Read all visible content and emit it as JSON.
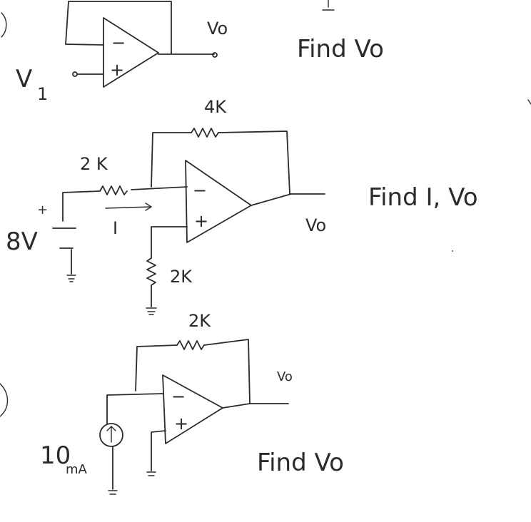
{
  "circuit_a": {
    "input_label": "V",
    "input_subscript": "1",
    "output_label": "Vo",
    "prompt": "Find   Vo",
    "minus_sign": "−",
    "plus_sign": "+"
  },
  "circuit_b": {
    "feedback_resistor": "4K",
    "input_resistor": "2 K",
    "ground_resistor": "2K",
    "source_voltage": "8V",
    "source_plus": "+",
    "current_label": "I",
    "output_label": "Vo",
    "prompt": "Find I, Vo",
    "minus_sign": "−",
    "plus_sign": "+"
  },
  "circuit_c": {
    "feedback_resistor": "2K",
    "source_current": "10",
    "source_unit": "mA",
    "output_label": "Vo",
    "prompt": "Find  Vo",
    "minus_sign": "−",
    "plus_sign": "+"
  }
}
